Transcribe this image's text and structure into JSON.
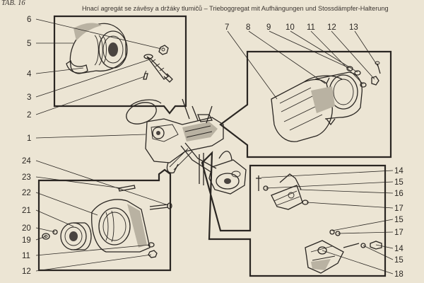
{
  "header": {
    "tab": "TAB. 16",
    "title": "Hnací agregát se závěsy a držáky tlumičů – Trieboggregat mit Aufhängungen und Stossdämpfer-Halterung"
  },
  "callouts": {
    "left_top": [
      "6",
      "5",
      "4",
      "3",
      "2"
    ],
    "left_mid": [
      "1"
    ],
    "left_bottom": [
      "24",
      "23",
      "22",
      "21",
      "20",
      "19",
      "11",
      "12"
    ],
    "top_right": [
      "7",
      "8",
      "9",
      "10",
      "11",
      "12",
      "13"
    ],
    "right_bottom": [
      "14",
      "15",
      "16",
      "17",
      "15",
      "17",
      "14",
      "15",
      "18"
    ]
  },
  "colors": {
    "paper": "#ece5d4",
    "ink": "#2a2622"
  }
}
